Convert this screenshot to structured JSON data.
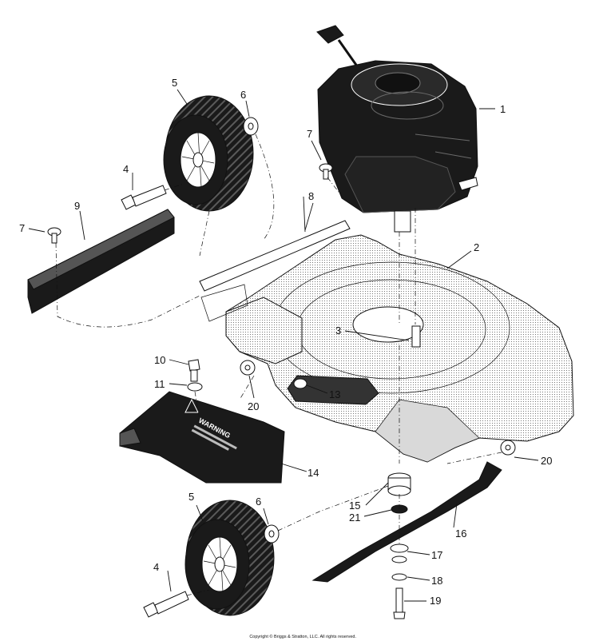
{
  "callouts": [
    {
      "id": "1"
    },
    {
      "id": "2"
    },
    {
      "id": "3"
    },
    {
      "id": "4"
    },
    {
      "id": "5"
    },
    {
      "id": "6"
    },
    {
      "id": "7"
    },
    {
      "id": "8"
    },
    {
      "id": "9"
    },
    {
      "id": "10"
    },
    {
      "id": "11"
    },
    {
      "id": "13"
    },
    {
      "id": "14"
    },
    {
      "id": "15"
    },
    {
      "id": "16"
    },
    {
      "id": "17"
    },
    {
      "id": "18"
    },
    {
      "id": "19"
    },
    {
      "id": "20"
    },
    {
      "id": "21"
    }
  ],
  "warning_label": "WARNING",
  "copyright": "Copyright © Briggs & Stratton, LLC. All rights reserved.",
  "colors": {
    "line": "#111111",
    "fill_dark": "#1a1a1a",
    "fill_light": "#ffffff",
    "deck_shade": "#e6e6e6"
  }
}
